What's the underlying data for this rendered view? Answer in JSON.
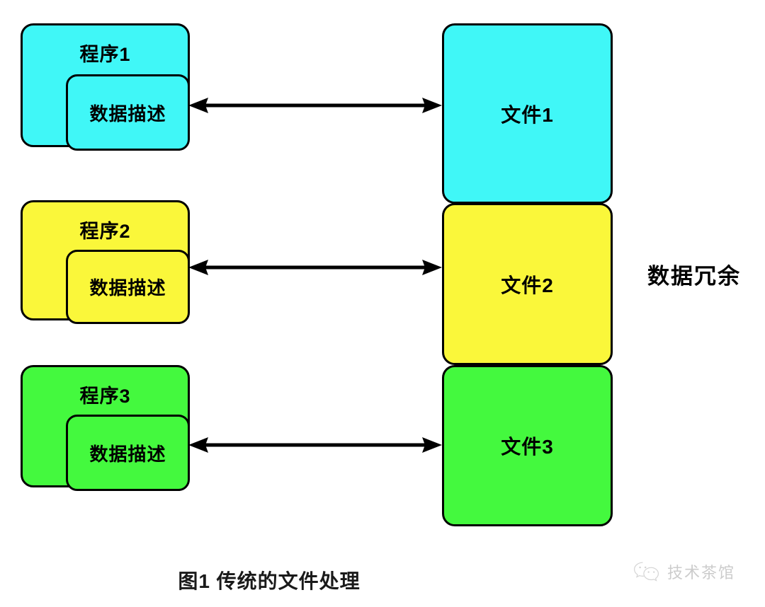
{
  "figure": {
    "caption": "图1 传统的文件处理",
    "side_note": "数据冗余",
    "background": "#ffffff",
    "stroke": "#000000"
  },
  "palette": {
    "cyan": "#40f7f7",
    "yellow": "#faf73a",
    "green": "#44f93e",
    "line": "#000000",
    "watermark": "#b9b9b9"
  },
  "programs": [
    {
      "label": "程序1",
      "inner_label": "数据描述",
      "color": "#40f7f7"
    },
    {
      "label": "程序2",
      "inner_label": "数据描述",
      "color": "#faf73a"
    },
    {
      "label": "程序3",
      "inner_label": "数据描述",
      "color": "#44f93e"
    }
  ],
  "files": [
    {
      "label": "文件1",
      "color": "#40f7f7"
    },
    {
      "label": "文件2",
      "color": "#faf73a"
    },
    {
      "label": "文件3",
      "color": "#44f93e"
    }
  ],
  "connectors": [
    {
      "name": "program1-file1",
      "type": "double-headed-arrow"
    },
    {
      "name": "program2-file2",
      "type": "double-headed-arrow"
    },
    {
      "name": "program3-file3",
      "type": "double-headed-arrow"
    }
  ],
  "watermark": {
    "text": "技术茶馆",
    "icon": "wechat-icon"
  }
}
